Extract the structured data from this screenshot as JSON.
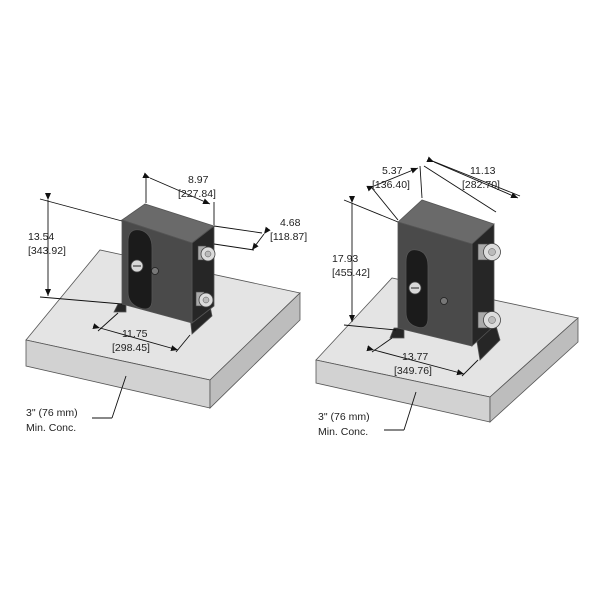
{
  "colors": {
    "background": "#ffffff",
    "slab_top": "#e4e4e4",
    "slab_front": "#d2d2d2",
    "slab_side": "#bdbdbd",
    "enclosure_front": "#4a4a4a",
    "enclosure_side": "#262626",
    "enclosure_top": "#6a6a6a",
    "fitting": "#cfcfcf"
  },
  "left_unit": {
    "width": {
      "imperial": "8.97",
      "metric": "[227.84]"
    },
    "depth": {
      "imperial": "4.68",
      "metric": "[118.87]"
    },
    "height": {
      "imperial": "13.54",
      "metric": "[343.92]"
    },
    "mount_spacing": {
      "imperial": "11.75",
      "metric": "[298.45]"
    },
    "slab_note": {
      "line1": "3\" (76 mm)",
      "line2": "Min. Conc."
    }
  },
  "right_unit": {
    "depth": {
      "imperial": "5.37",
      "metric": "[136.40]"
    },
    "width": {
      "imperial": "11.13",
      "metric": "[282.70]"
    },
    "height": {
      "imperial": "17.93",
      "metric": "[455.42]"
    },
    "mount_spacing": {
      "imperial": "13.77",
      "metric": "[349.76]"
    },
    "slab_note": {
      "line1": "3\" (76 mm)",
      "line2": "Min. Conc."
    }
  }
}
